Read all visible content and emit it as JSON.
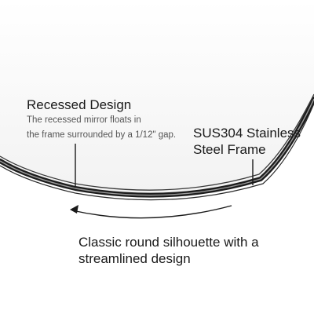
{
  "recessed": {
    "title": "Recessed Design",
    "description_line1": "The recessed mirror floats in",
    "description_line2": "the frame surrounded by a 1/12\" gap."
  },
  "frame": {
    "label_line1": "SUS304 Stainless",
    "label_line2": "Steel Frame"
  },
  "silhouette": {
    "caption_line1": "Classic round silhouette with a",
    "caption_line2": "streamlined design"
  },
  "colors": {
    "background": "#ffffff",
    "mirror_glass": "#f4f4f4",
    "frame_metal": "#2b2b2b",
    "text": "#1a1a1a",
    "muted_text": "#555555"
  }
}
